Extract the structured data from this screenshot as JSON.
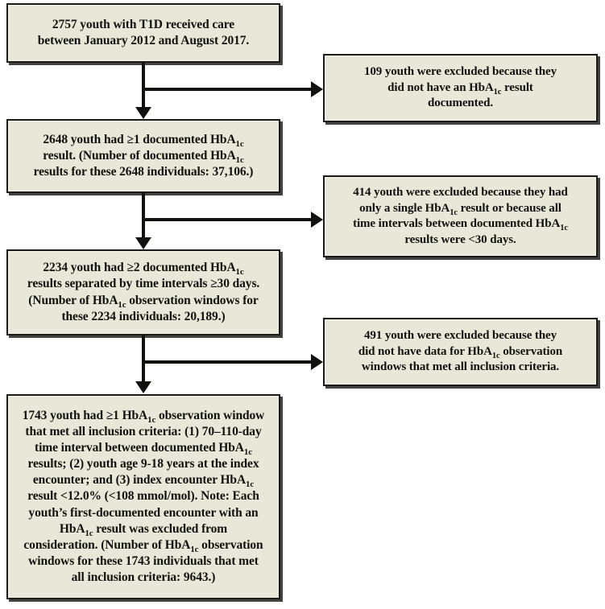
{
  "figure": {
    "type": "flowchart",
    "orientation": "top-to-bottom with right-side exclusion branches",
    "colors": {
      "box_fill": "#e9e7d7",
      "box_border": "#1a1a18",
      "connector": "#111110",
      "background": "#ffffff",
      "text": "#111110"
    }
  },
  "main_flow": [
    {
      "id": "main-1",
      "count": 2757,
      "lines": [
        {
          "segments": [
            {
              "t": "2757 youth with T1D received care"
            }
          ]
        },
        {
          "segments": [
            {
              "t": "between January 2012 and August 2017."
            }
          ]
        }
      ]
    },
    {
      "id": "main-2",
      "count": 2648,
      "lines": [
        {
          "segments": [
            {
              "t": "2648 youth had ≥1 documented HbA"
            },
            {
              "t": "1c",
              "sub": true
            }
          ]
        },
        {
          "segments": [
            {
              "t": "result. (Number of documented HbA"
            },
            {
              "t": "1c",
              "sub": true
            }
          ]
        },
        {
          "segments": [
            {
              "t": "results for these 2648 individuals: 37,106.)"
            }
          ]
        }
      ]
    },
    {
      "id": "main-3",
      "count": 2234,
      "lines": [
        {
          "segments": [
            {
              "t": "2234 youth had ≥2 documented HbA"
            },
            {
              "t": "1c",
              "sub": true
            }
          ]
        },
        {
          "segments": [
            {
              "t": "results separated by time intervals ≥30 days."
            }
          ]
        },
        {
          "segments": [
            {
              "t": "(Number of HbA"
            },
            {
              "t": "1c",
              "sub": true
            },
            {
              "t": " observation windows for"
            }
          ]
        },
        {
          "segments": [
            {
              "t": "these 2234 individuals: 20,189.)"
            }
          ]
        }
      ]
    },
    {
      "id": "main-4",
      "count": 1743,
      "lines": [
        {
          "segments": [
            {
              "t": "1743 youth had ≥1 HbA"
            },
            {
              "t": "1c",
              "sub": true
            },
            {
              "t": " observation window"
            }
          ]
        },
        {
          "segments": [
            {
              "t": "that met all inclusion criteria: (1) 70–110-day"
            }
          ]
        },
        {
          "segments": [
            {
              "t": "time interval between documented HbA"
            },
            {
              "t": "1c",
              "sub": true
            }
          ]
        },
        {
          "segments": [
            {
              "t": "results; (2) youth age 9-18 years at the index"
            }
          ]
        },
        {
          "segments": [
            {
              "t": "encounter; and (3) index encounter HbA"
            },
            {
              "t": "1c",
              "sub": true
            }
          ]
        },
        {
          "segments": [
            {
              "t": "result <12.0% (<108 mmol/mol). Note: Each"
            }
          ]
        },
        {
          "segments": [
            {
              "t": "youth’s first-documented encounter with an"
            }
          ]
        },
        {
          "segments": [
            {
              "t": "HbA"
            },
            {
              "t": "1c",
              "sub": true
            },
            {
              "t": " result was excluded from"
            }
          ]
        },
        {
          "segments": [
            {
              "t": "consideration. (Number of HbA"
            },
            {
              "t": "1c",
              "sub": true
            },
            {
              "t": " observation"
            }
          ]
        },
        {
          "segments": [
            {
              "t": "windows for these 1743 individuals that met"
            }
          ]
        },
        {
          "segments": [
            {
              "t": "all inclusion criteria: 9643.)"
            }
          ]
        }
      ]
    }
  ],
  "exclusions": [
    {
      "id": "excl-1",
      "count": 109,
      "lines": [
        {
          "segments": [
            {
              "t": "109 youth were excluded because they"
            }
          ]
        },
        {
          "segments": [
            {
              "t": "did not have an HbA"
            },
            {
              "t": "1c",
              "sub": true
            },
            {
              "t": " result"
            }
          ]
        },
        {
          "segments": [
            {
              "t": "documented."
            }
          ]
        }
      ]
    },
    {
      "id": "excl-2",
      "count": 414,
      "lines": [
        {
          "segments": [
            {
              "t": "414 youth were excluded because they had"
            }
          ]
        },
        {
          "segments": [
            {
              "t": "only a single HbA"
            },
            {
              "t": "1c",
              "sub": true
            },
            {
              "t": " result or because all"
            }
          ]
        },
        {
          "segments": [
            {
              "t": "time intervals between documented HbA"
            },
            {
              "t": "1c",
              "sub": true
            }
          ]
        },
        {
          "segments": [
            {
              "t": "results were <30 days."
            }
          ]
        }
      ]
    },
    {
      "id": "excl-3",
      "count": 491,
      "lines": [
        {
          "segments": [
            {
              "t": "491 youth were excluded because they"
            }
          ]
        },
        {
          "segments": [
            {
              "t": "did not have data for HbA"
            },
            {
              "t": "1c",
              "sub": true
            },
            {
              "t": " observation"
            }
          ]
        },
        {
          "segments": [
            {
              "t": "windows that met all inclusion criteria."
            }
          ]
        }
      ]
    }
  ]
}
